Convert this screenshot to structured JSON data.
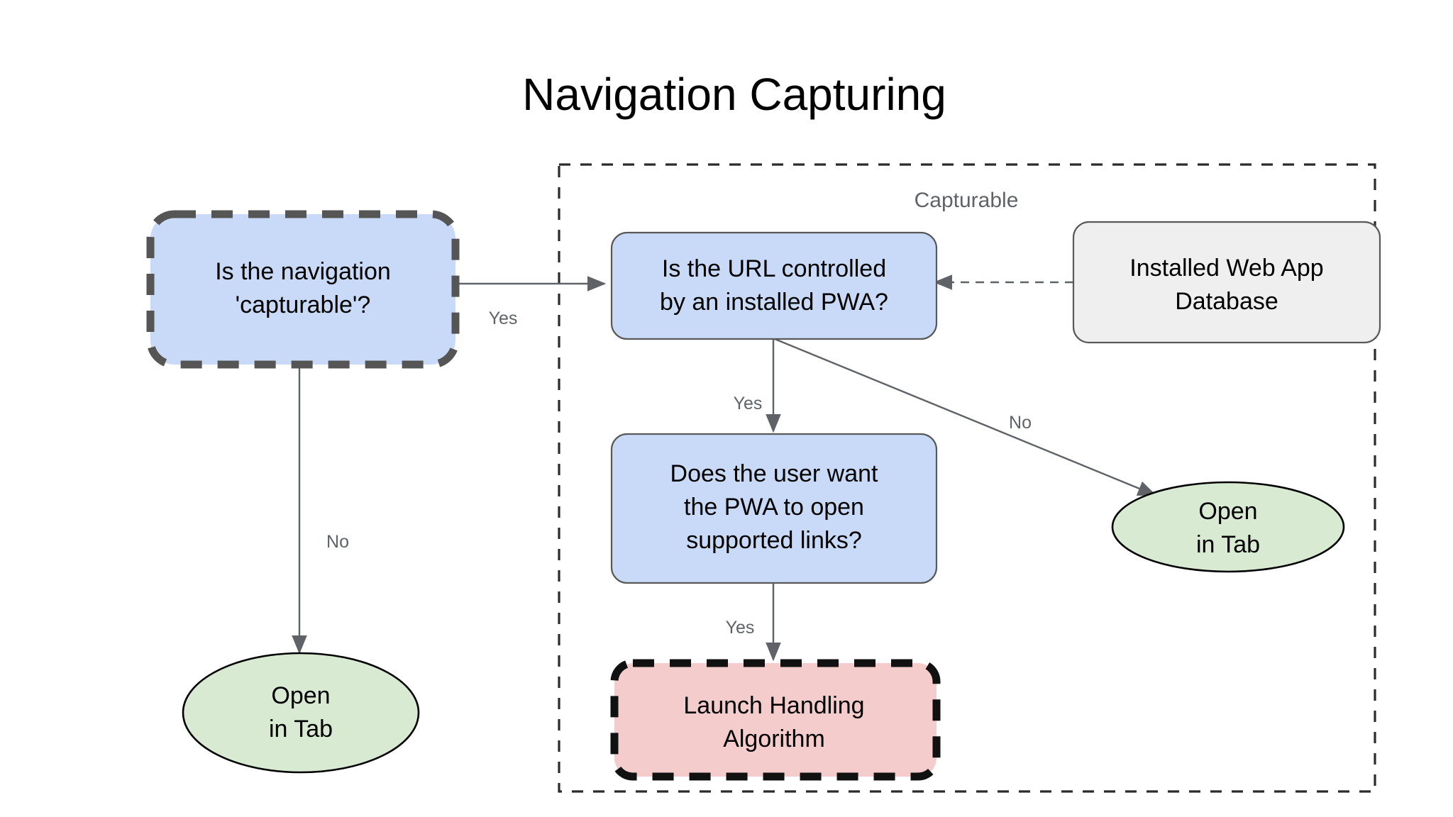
{
  "title": "Navigation Capturing",
  "group": {
    "label": "Capturable"
  },
  "nodes": {
    "capturable_question": {
      "lines": [
        "Is the navigation",
        "'capturable'?"
      ],
      "fill": "#c9daf8",
      "border": "#555555",
      "shape": "rounded-rect-dashed"
    },
    "url_controlled": {
      "lines": [
        "Is the URL controlled",
        "by an installed PWA?"
      ],
      "fill": "#c9daf8",
      "border": "#595959",
      "shape": "rounded-rect"
    },
    "web_app_database": {
      "lines": [
        "Installed Web App",
        "Database"
      ],
      "fill": "#efefef",
      "border": "#595959",
      "shape": "rounded-rect"
    },
    "user_want_pwa": {
      "lines": [
        "Does the user want",
        "the PWA to open",
        "supported links?"
      ],
      "fill": "#c9daf8",
      "border": "#595959",
      "shape": "rounded-rect"
    },
    "launch_handling": {
      "lines": [
        "Launch Handling",
        "Algorithm"
      ],
      "fill": "#f4cccc",
      "border": "#111111",
      "shape": "rounded-rect-dashed"
    },
    "open_in_tab_left": {
      "lines": [
        "Open",
        "in Tab"
      ],
      "fill": "#d9ead3",
      "border": "#000000",
      "shape": "ellipse"
    },
    "open_in_tab_right": {
      "lines": [
        "Open",
        "in Tab"
      ],
      "fill": "#d9ead3",
      "border": "#000000",
      "shape": "ellipse"
    }
  },
  "edges": {
    "capturable_yes": {
      "label": "Yes"
    },
    "capturable_no": {
      "label": "No"
    },
    "url_yes": {
      "label": "Yes"
    },
    "url_no": {
      "label": "No"
    },
    "user_want_yes": {
      "label": "Yes"
    },
    "database_lookup": {
      "label": ""
    }
  },
  "colors": {
    "blue_fill": "#c9daf8",
    "green_fill": "#d9ead3",
    "pink_fill": "#f4cccc",
    "gray_fill": "#efefef",
    "connector": "#5f6368",
    "label_text": "#5f6368",
    "background": "#ffffff"
  }
}
